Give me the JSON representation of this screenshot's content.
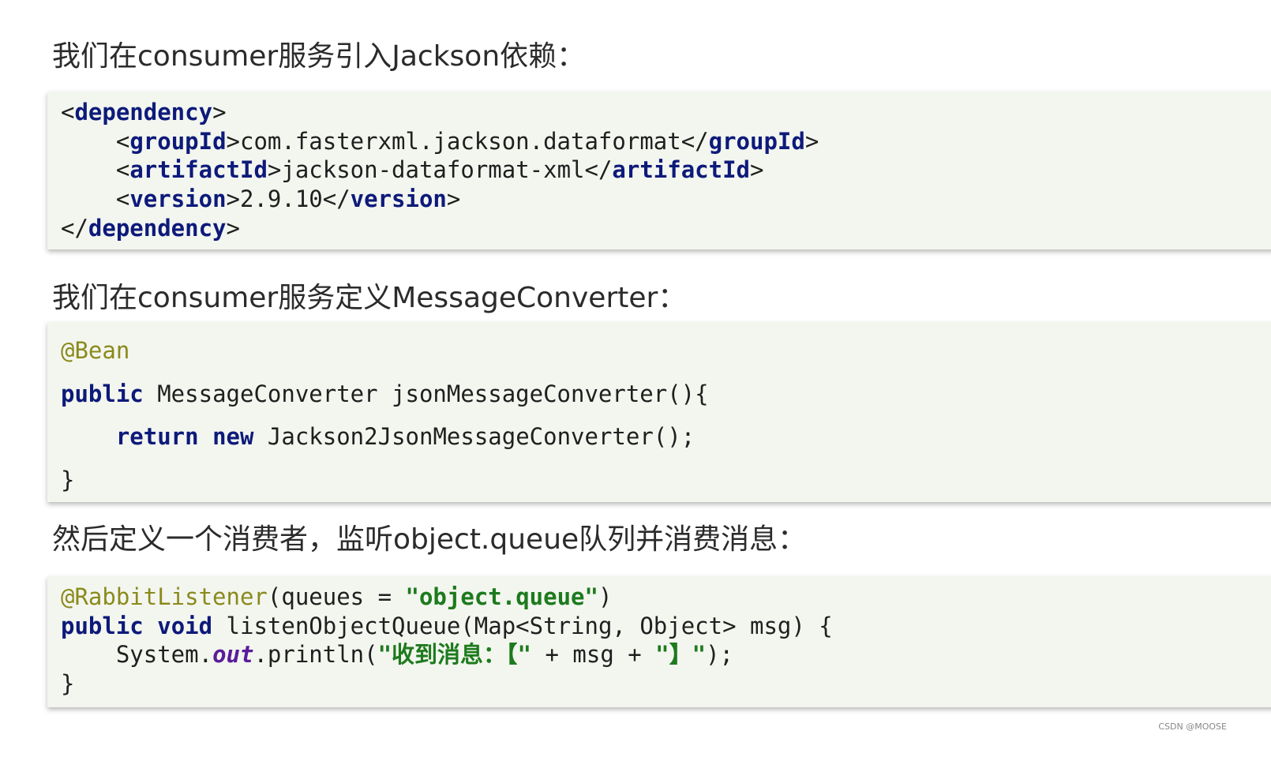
{
  "section1": {
    "heading": "我们在consumer服务引入Jackson依赖：",
    "code": {
      "l1_open": "<",
      "l1_tag": "dependency",
      "l1_close": ">",
      "l2_open": "<",
      "l2_tag": "groupId",
      "l2_mid": ">com.fasterxml.jackson.dataformat</",
      "l2_tag2": "groupId",
      "l2_close": ">",
      "l3_open": "<",
      "l3_tag": "artifactId",
      "l3_mid": ">jackson-dataformat-xml</",
      "l3_tag2": "artifactId",
      "l3_close": ">",
      "l4_open": "<",
      "l4_tag": "version",
      "l4_mid": ">2.9.10</",
      "l4_tag2": "version",
      "l4_close": ">",
      "l5_open": "</",
      "l5_tag": "dependency",
      "l5_close": ">"
    }
  },
  "section2": {
    "heading": "我们在consumer服务定义MessageConverter：",
    "code": {
      "annotation": "@Bean",
      "kw_public": "public",
      "signature": " MessageConverter jsonMessageConverter(){",
      "kw_return": "return",
      "kw_new": "new",
      "body": " Jackson2JsonMessageConverter();",
      "brace": "}"
    }
  },
  "section3": {
    "heading": "然后定义一个消费者，监听object.queue队列并消费消息：",
    "code": {
      "annotation": "@RabbitListener",
      "ann_args": "(queues = ",
      "queue_str": "\"object.queue\"",
      "ann_close": ")",
      "kw_public": "public",
      "kw_void": "void",
      "method": " listenObjectQueue(Map<String, Object> msg) {",
      "sys": "System.",
      "out": "out",
      "println": ".println(",
      "str1": "\"收到消息：【\"",
      "concat": " + msg + ",
      "str2": "\"】\"",
      "end": ");",
      "brace": "}"
    }
  },
  "watermark": "CSDN @MOOSE"
}
